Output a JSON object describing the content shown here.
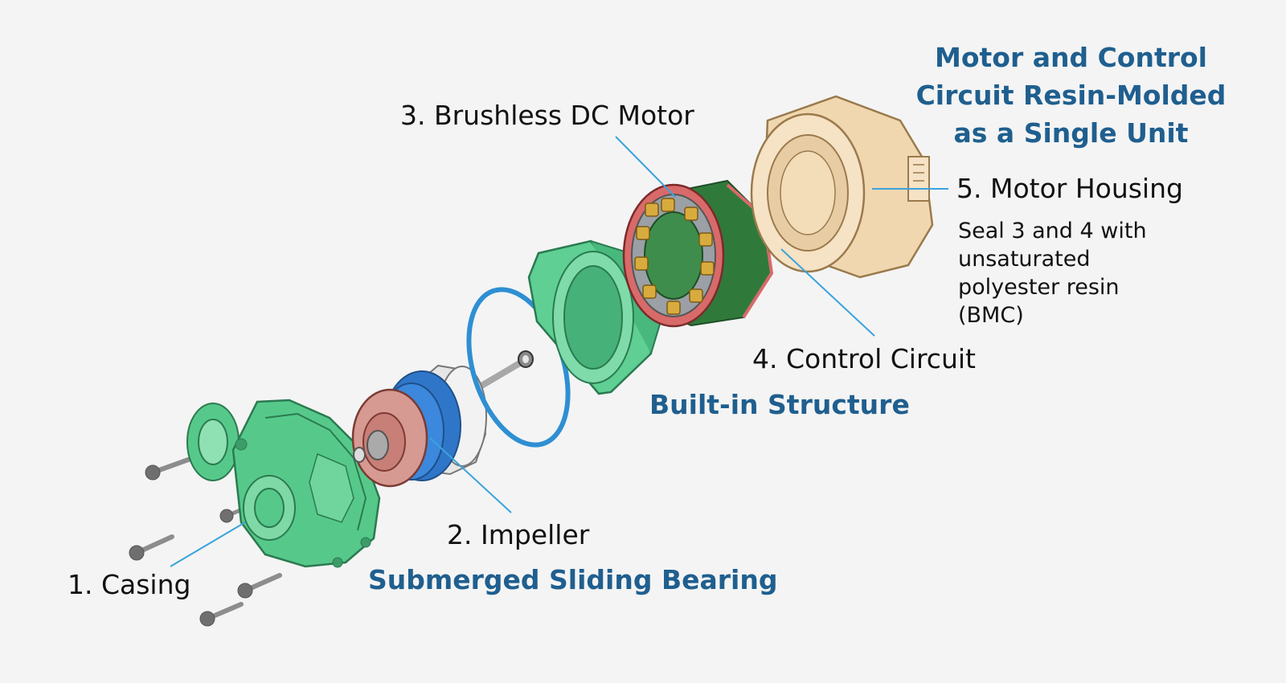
{
  "title_lines": [
    "Motor and Control",
    "Circuit Resin-Molded",
    "as a Single Unit"
  ],
  "parts": {
    "casing": "1. Casing",
    "impeller": "2. Impeller",
    "motor": "3. Brushless DC Motor",
    "control": "4. Control Circuit",
    "housing": "5. Motor Housing"
  },
  "highlights": {
    "bearing": "Submerged Sliding Bearing",
    "built_in": "Built-in Structure"
  },
  "note_lines": [
    "Seal 3 and 4 with",
    "unsaturated",
    "polyester resin",
    "(BMC)"
  ],
  "colors": {
    "accent": "#1f5f8f",
    "leader": "#3aa3dd",
    "casing_green": "#56c98a",
    "housing_beige": "#f1d7b0",
    "oring_blue": "#2e8fd3",
    "stator_gray": "#9aa0a6",
    "coil_gold": "#d8ab3e",
    "pcb_green": "#2f7a3b"
  }
}
